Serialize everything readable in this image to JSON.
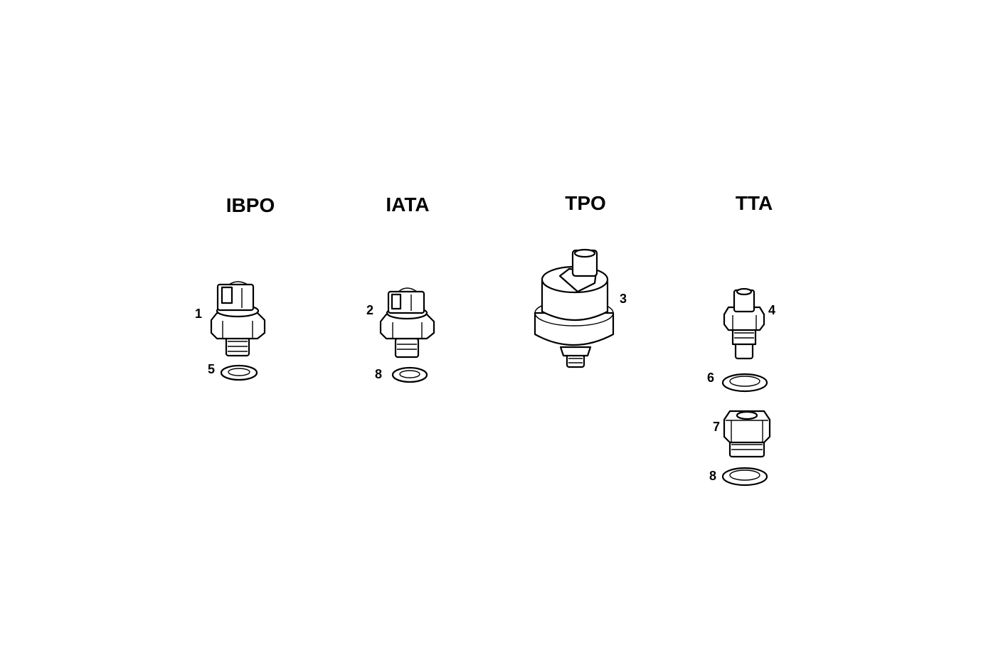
{
  "groups": [
    {
      "title": "IBPO",
      "parts": [
        {
          "callout": "1"
        },
        {
          "callout": "5"
        }
      ]
    },
    {
      "title": "IATA",
      "parts": [
        {
          "callout": "2"
        },
        {
          "callout": "8"
        }
      ]
    },
    {
      "title": "TPO",
      "parts": [
        {
          "callout": "3"
        }
      ]
    },
    {
      "title": "TTA",
      "parts": [
        {
          "callout": "4"
        },
        {
          "callout": "7"
        },
        {
          "callout": "6"
        },
        {
          "callout": "8"
        }
      ]
    }
  ],
  "colors": {
    "line": "#000000",
    "background": "#ffffff"
  }
}
